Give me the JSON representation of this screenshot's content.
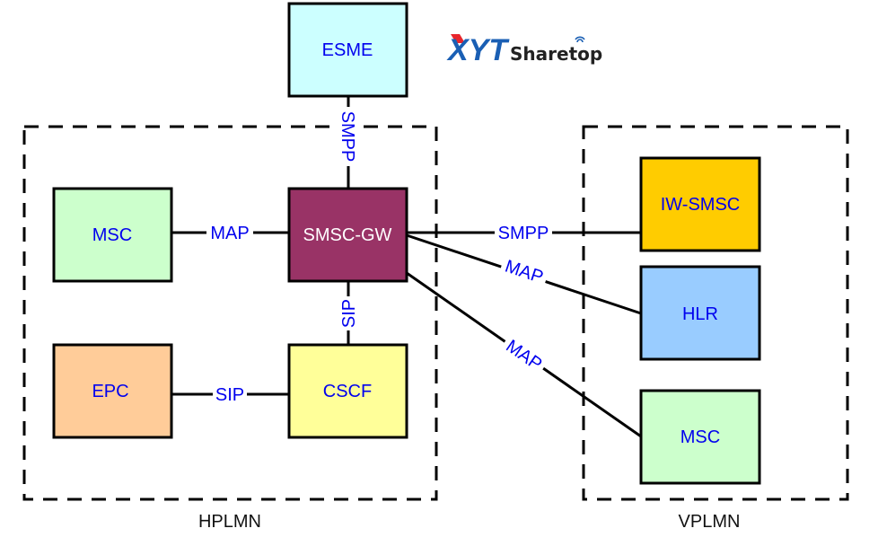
{
  "diagram": {
    "zones": [
      {
        "id": "hplmn",
        "label": "HPLMN"
      },
      {
        "id": "vplmn",
        "label": "VPLMN"
      }
    ],
    "nodes": {
      "esme": {
        "label": "ESME",
        "fill": "#ccffff"
      },
      "msc_home": {
        "label": "MSC",
        "fill": "#ccffcc"
      },
      "smsc_gw": {
        "label": "SMSC-GW",
        "fill": "#993366"
      },
      "epc": {
        "label": "EPC",
        "fill": "#ffcc99"
      },
      "cscf": {
        "label": "CSCF",
        "fill": "#ffff99"
      },
      "iw_smsc": {
        "label": "IW-SMSC",
        "fill": "#ffcc00"
      },
      "hlr": {
        "label": "HLR",
        "fill": "#99ccff"
      },
      "msc_visited": {
        "label": "MSC",
        "fill": "#ccffcc"
      }
    },
    "edges": {
      "esme_smsc": {
        "label": "SMPP",
        "from": "ESME",
        "to": "SMSC-GW"
      },
      "msc_smsc": {
        "label": "MAP",
        "from": "MSC",
        "to": "SMSC-GW"
      },
      "smsc_cscf": {
        "label": "SIP",
        "from": "SMSC-GW",
        "to": "CSCF"
      },
      "epc_cscf": {
        "label": "SIP",
        "from": "EPC",
        "to": "CSCF"
      },
      "smsc_iwsmsc": {
        "label": "SMPP",
        "from": "SMSC-GW",
        "to": "IW-SMSC"
      },
      "smsc_hlr": {
        "label": "MAP",
        "from": "SMSC-GW",
        "to": "HLR"
      },
      "smsc_mscv": {
        "label": "MAP",
        "from": "SMSC-GW",
        "to": "MSC"
      }
    }
  },
  "logo": {
    "mark": "XYT",
    "name": "Sharetop",
    "accent_red": "#e8262c",
    "accent_blue": "#1a5fb4"
  },
  "colors": {
    "label_text": "#0000ee",
    "line": "#000000"
  }
}
